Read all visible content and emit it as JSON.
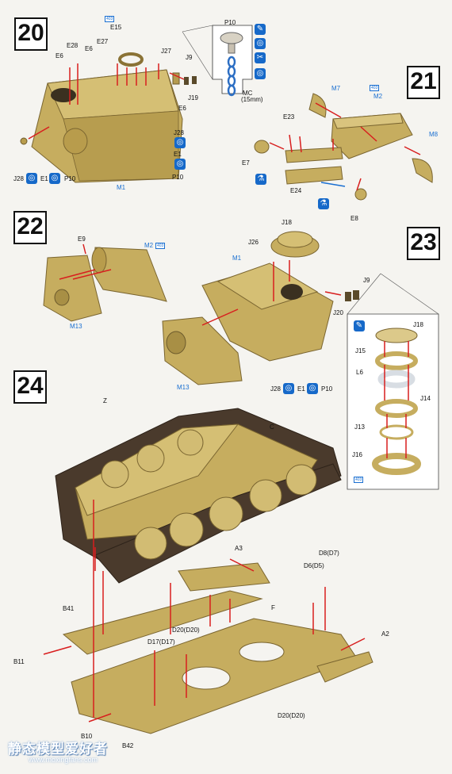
{
  "steps": {
    "s20": "20",
    "s21": "21",
    "s22": "22",
    "s23": "23",
    "s24": "24"
  },
  "labels20": {
    "e15": "E15",
    "e28": "E28",
    "e27": "E27",
    "e6a": "E6",
    "e6b": "E6",
    "j27": "J27",
    "j9": "J9",
    "j19": "J19",
    "e6c": "E6",
    "j28": "J28",
    "e1": "E1",
    "p10": "P10",
    "m1": "M1",
    "j28b": "J28",
    "e1b": "E1",
    "p10b": "P10",
    "p10c": "P10",
    "mc": "MC",
    "mc_size": "(15mm)"
  },
  "labels21": {
    "m7": "M7",
    "m2": "M2",
    "m8": "M8",
    "e23": "E23",
    "e7": "E7",
    "e24": "E24",
    "e8": "E8"
  },
  "labels22": {
    "e9": "E9",
    "m2": "M2",
    "m1": "M1",
    "m13a": "M13",
    "m13b": "M13",
    "j18": "J18",
    "j26": "J26",
    "j9": "J9",
    "j20": "J20",
    "j28": "J28",
    "e1": "E1",
    "p10": "P10"
  },
  "labels23": {
    "j18": "J18",
    "j15": "J15",
    "l6": "L6",
    "j14": "J14",
    "j13": "J13",
    "j16": "J16"
  },
  "labels24": {
    "z": "Z",
    "c": "C",
    "a3": "A3",
    "d8": "D8(D7)",
    "d6": "D6(D5)",
    "b41": "B41",
    "f": "F",
    "a2": "A2",
    "d17": "D17(D17)",
    "d20a": "D20(D20)",
    "b11": "B11",
    "d20b": "D20(D20)",
    "b10": "B10",
    "b42": "B42"
  },
  "refs": {
    "r403": "403"
  },
  "watermark": {
    "title": "静态模型爱好者",
    "url": "www.moxingfans.com"
  },
  "colors": {
    "tan": "#c6ad5f",
    "tan_dark": "#a88f45",
    "tan_light": "#dcc98a",
    "arrow": "#d81e1e",
    "blue": "#1a6fd1",
    "track": "#4a3a2c"
  }
}
